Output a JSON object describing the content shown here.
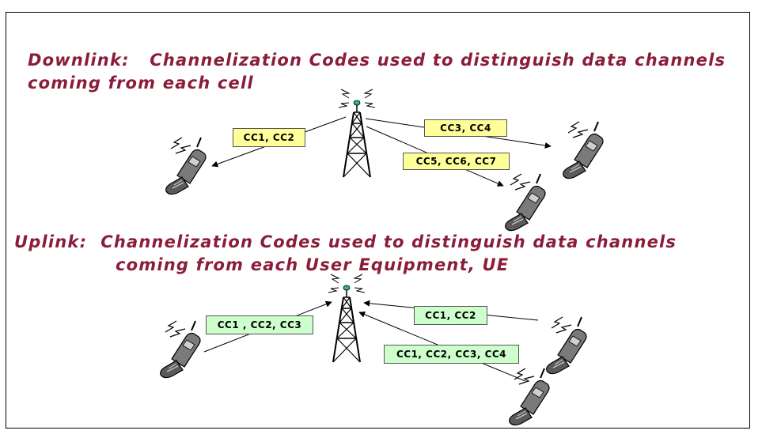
{
  "downlink": {
    "line1": "Downlink:   Channelization Codes used to distinguish data channels",
    "line2": "coming from each cell",
    "labels": [
      "CC1, CC2",
      "CC3, CC4",
      "CC5, CC6, CC7"
    ]
  },
  "uplink": {
    "line1": "Uplink:  Channelization Codes used to distinguish data channels",
    "line2": "coming from each User Equipment, UE",
    "labels": [
      "CC1 , CC2, CC3",
      "CC1, CC2",
      "CC1, CC2, CC3, CC4"
    ]
  },
  "colors": {
    "heading": "#8b1c3a",
    "downlink_label_fill": "#ffff99",
    "uplink_label_fill": "#ccffcc",
    "antenna_tip": "#2bb585"
  },
  "icons": [
    "cell-tower-icon",
    "mobile-phone-icon",
    "signal-waves-icon"
  ]
}
